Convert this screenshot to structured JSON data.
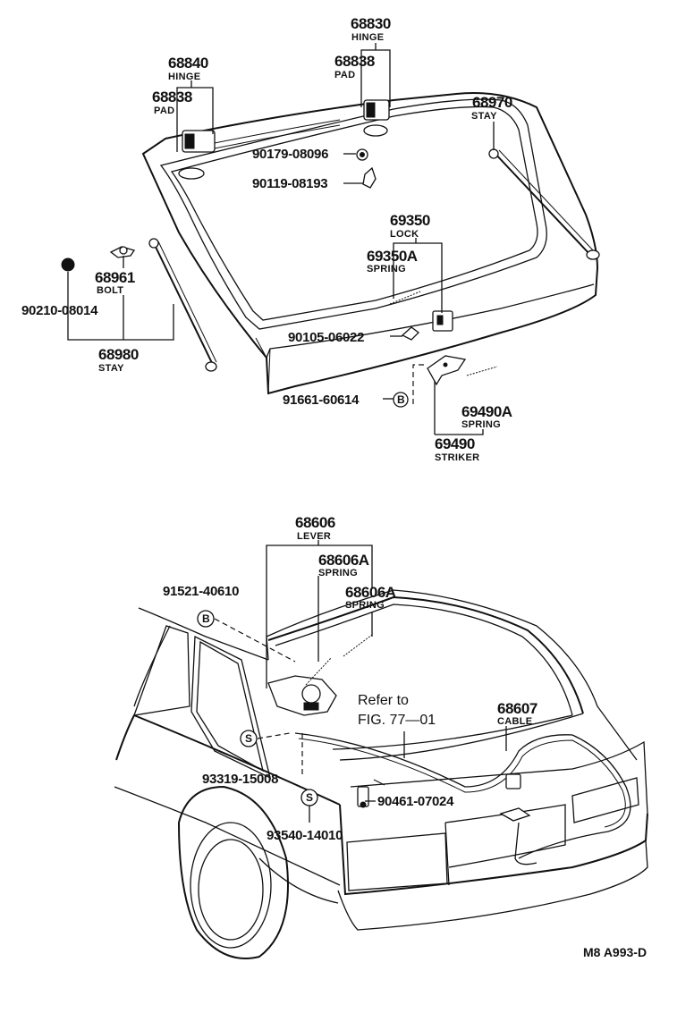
{
  "top": {
    "hinge_assy": {
      "number": "68830",
      "label": "HINGE"
    },
    "hinge_left": {
      "number": "68840",
      "label": "HINGE"
    },
    "pad_left": {
      "number": "68838",
      "label": "PAD"
    },
    "pad_right": {
      "number": "68838",
      "label": "PAD"
    },
    "stay_right": {
      "number": "68970",
      "label": "STAY"
    },
    "screw_1": {
      "number": "90179-08096"
    },
    "screw_2": {
      "number": "90119-08193"
    },
    "lock": {
      "number": "69350",
      "label": "LOCK"
    },
    "lock_spring": {
      "number": "69350A",
      "label": "SPRING"
    },
    "bolt": {
      "number": "68961",
      "label": "BOLT"
    },
    "nut": {
      "number": "90210-08014"
    },
    "stay_left": {
      "number": "68980",
      "label": "STAY"
    },
    "screw_3": {
      "number": "90105-06022"
    },
    "bolt_b": {
      "number": "91661-60614",
      "circle": "B"
    },
    "striker_spring": {
      "number": "69490A",
      "label": "SPRING"
    },
    "striker": {
      "number": "69490",
      "label": "STRIKER"
    }
  },
  "bottom": {
    "lever": {
      "number": "68606",
      "label": "LEVER"
    },
    "lever_spring_1": {
      "number": "68606A",
      "label": "SPRING"
    },
    "lever_spring_2": {
      "number": "68606A",
      "label": "SPRING"
    },
    "bolt_b": {
      "number": "91521-40610",
      "circle": "B"
    },
    "refer_line1": "Refer to",
    "refer_line2": "FIG. 77—01",
    "cable": {
      "number": "68607",
      "label": "CABLE"
    },
    "screw_s1": {
      "number": "93319-15008",
      "circle": "S"
    },
    "clip": {
      "number": "90461-07024"
    },
    "screw_s2": {
      "number": "93540-14010",
      "circle": "S"
    }
  },
  "diagram_code": "M8 A993-D"
}
